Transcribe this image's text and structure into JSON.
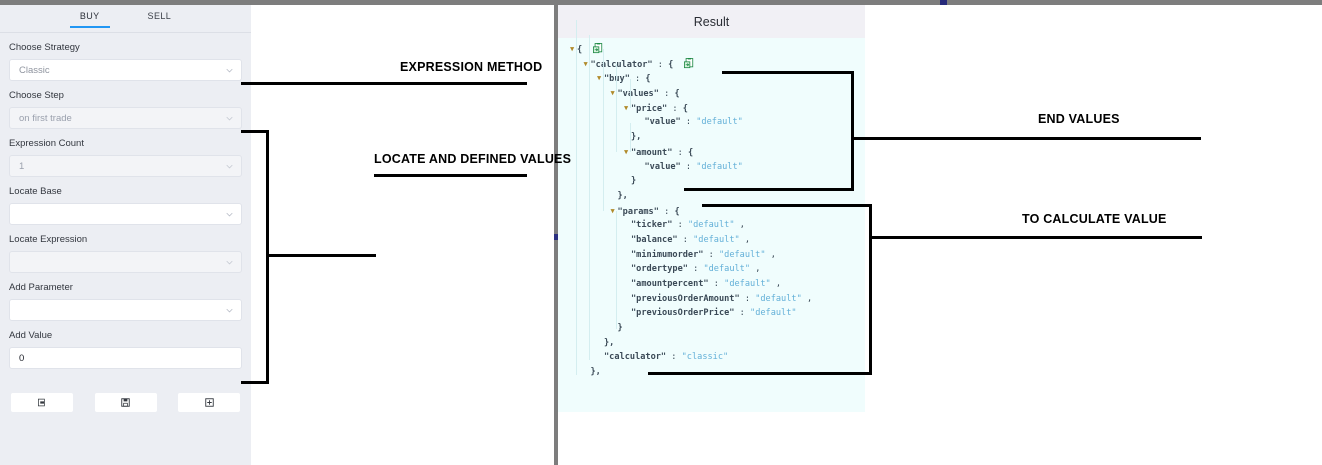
{
  "window": {
    "top_strip_color": "#7d7d7d",
    "marker_color": "#262a7a"
  },
  "left_panel": {
    "tabs": [
      {
        "label": "BUY",
        "active": true
      },
      {
        "label": "SELL",
        "active": false
      }
    ],
    "fields": [
      {
        "label": "Choose Strategy",
        "value": "Classic",
        "placeholder": "Classic",
        "type": "select",
        "disabled": false
      },
      {
        "label": "Choose Step",
        "value": "on first trade",
        "placeholder": "on first trade",
        "type": "select",
        "disabled": true
      },
      {
        "label": "Expression Count",
        "value": "1",
        "placeholder": "1",
        "type": "select",
        "disabled": true
      },
      {
        "label": "Locate Base",
        "value": "",
        "placeholder": "",
        "type": "select",
        "disabled": false
      },
      {
        "label": "Locate Expression",
        "value": "",
        "placeholder": "",
        "type": "select",
        "disabled": true
      },
      {
        "label": "Add Parameter",
        "value": "",
        "placeholder": "",
        "type": "select",
        "disabled": false
      },
      {
        "label": "Add Value",
        "value": "0",
        "placeholder": "0",
        "type": "text",
        "disabled": false
      }
    ],
    "buttons": [
      {
        "icon": "export-icon"
      },
      {
        "icon": "save-disk-icon"
      },
      {
        "icon": "add-box-icon"
      }
    ]
  },
  "result_panel": {
    "title": "Result",
    "root_copy_icon": "clipboard-copy-icon",
    "json_lines": [
      {
        "indent": 0,
        "tri": true,
        "parts": [
          {
            "t": "punc",
            "v": "{"
          }
        ],
        "copy": true
      },
      {
        "indent": 1,
        "tri": true,
        "parts": [
          {
            "t": "key",
            "v": "\"calculator\""
          },
          {
            "t": "plain",
            "v": " : "
          },
          {
            "t": "punc",
            "v": "{"
          }
        ],
        "copy": true
      },
      {
        "indent": 2,
        "tri": true,
        "parts": [
          {
            "t": "key",
            "v": "\"buy\""
          },
          {
            "t": "plain",
            "v": " : "
          },
          {
            "t": "punc",
            "v": "{"
          }
        ]
      },
      {
        "indent": 3,
        "tri": true,
        "parts": [
          {
            "t": "key",
            "v": "\"values\""
          },
          {
            "t": "plain",
            "v": " : "
          },
          {
            "t": "punc",
            "v": "{"
          }
        ]
      },
      {
        "indent": 4,
        "tri": true,
        "parts": [
          {
            "t": "key",
            "v": "\"price\""
          },
          {
            "t": "plain",
            "v": " : "
          },
          {
            "t": "punc",
            "v": "{"
          }
        ]
      },
      {
        "indent": 5,
        "tri": false,
        "parts": [
          {
            "t": "key",
            "v": "\"value\""
          },
          {
            "t": "plain",
            "v": " : "
          },
          {
            "t": "str",
            "v": "\"default\""
          }
        ]
      },
      {
        "indent": 4,
        "tri": false,
        "parts": [
          {
            "t": "punc",
            "v": "},"
          }
        ]
      },
      {
        "indent": 4,
        "tri": true,
        "parts": [
          {
            "t": "key",
            "v": "\"amount\""
          },
          {
            "t": "plain",
            "v": " : "
          },
          {
            "t": "punc",
            "v": "{"
          }
        ]
      },
      {
        "indent": 5,
        "tri": false,
        "parts": [
          {
            "t": "key",
            "v": "\"value\""
          },
          {
            "t": "plain",
            "v": " : "
          },
          {
            "t": "str",
            "v": "\"default\""
          }
        ]
      },
      {
        "indent": 4,
        "tri": false,
        "parts": [
          {
            "t": "punc",
            "v": "}"
          }
        ]
      },
      {
        "indent": 3,
        "tri": false,
        "parts": [
          {
            "t": "punc",
            "v": "},"
          }
        ]
      },
      {
        "indent": 3,
        "tri": true,
        "parts": [
          {
            "t": "key",
            "v": "\"params\""
          },
          {
            "t": "plain",
            "v": " : "
          },
          {
            "t": "punc",
            "v": "{"
          }
        ]
      },
      {
        "indent": 4,
        "tri": false,
        "parts": [
          {
            "t": "key",
            "v": "\"ticker\""
          },
          {
            "t": "plain",
            "v": " : "
          },
          {
            "t": "str",
            "v": "\"default\""
          },
          {
            "t": "plain",
            "v": " ,"
          }
        ]
      },
      {
        "indent": 4,
        "tri": false,
        "parts": [
          {
            "t": "key",
            "v": "\"balance\""
          },
          {
            "t": "plain",
            "v": " : "
          },
          {
            "t": "str",
            "v": "\"default\""
          },
          {
            "t": "plain",
            "v": " ,"
          }
        ]
      },
      {
        "indent": 4,
        "tri": false,
        "parts": [
          {
            "t": "key",
            "v": "\"minimumorder\""
          },
          {
            "t": "plain",
            "v": " : "
          },
          {
            "t": "str",
            "v": "\"default\""
          },
          {
            "t": "plain",
            "v": " ,"
          }
        ]
      },
      {
        "indent": 4,
        "tri": false,
        "parts": [
          {
            "t": "key",
            "v": "\"ordertype\""
          },
          {
            "t": "plain",
            "v": " : "
          },
          {
            "t": "str",
            "v": "\"default\""
          },
          {
            "t": "plain",
            "v": " ,"
          }
        ]
      },
      {
        "indent": 4,
        "tri": false,
        "parts": [
          {
            "t": "key",
            "v": "\"amountpercent\""
          },
          {
            "t": "plain",
            "v": " : "
          },
          {
            "t": "str",
            "v": "\"default\""
          },
          {
            "t": "plain",
            "v": " ,"
          }
        ]
      },
      {
        "indent": 4,
        "tri": false,
        "parts": [
          {
            "t": "key",
            "v": "\"previousOrderAmount\""
          },
          {
            "t": "plain",
            "v": " : "
          },
          {
            "t": "str",
            "v": "\"default\""
          },
          {
            "t": "plain",
            "v": " ,"
          }
        ]
      },
      {
        "indent": 4,
        "tri": false,
        "parts": [
          {
            "t": "key",
            "v": "\"previousOrderPrice\""
          },
          {
            "t": "plain",
            "v": " : "
          },
          {
            "t": "str",
            "v": "\"default\""
          }
        ]
      },
      {
        "indent": 3,
        "tri": false,
        "parts": [
          {
            "t": "punc",
            "v": "}"
          }
        ]
      },
      {
        "indent": 2,
        "tri": false,
        "parts": [
          {
            "t": "punc",
            "v": "},"
          }
        ]
      },
      {
        "indent": 2,
        "tri": false,
        "parts": [
          {
            "t": "key",
            "v": "\"calculator\""
          },
          {
            "t": "plain",
            "v": " : "
          },
          {
            "t": "str",
            "v": "\"classic\""
          }
        ]
      },
      {
        "indent": 1,
        "tri": false,
        "parts": [
          {
            "t": "punc",
            "v": "},"
          }
        ]
      }
    ]
  },
  "annotations": [
    {
      "text": "EXPRESSION METHOD",
      "name": "annotation-expression-method"
    },
    {
      "text": "LOCATE AND DEFINED VALUES",
      "name": "annotation-locate-and-defined-values"
    },
    {
      "text": "END VALUES",
      "name": "annotation-end-values"
    },
    {
      "text": "TO CALCULATE VALUE",
      "name": "annotation-to-calculate-value"
    }
  ]
}
